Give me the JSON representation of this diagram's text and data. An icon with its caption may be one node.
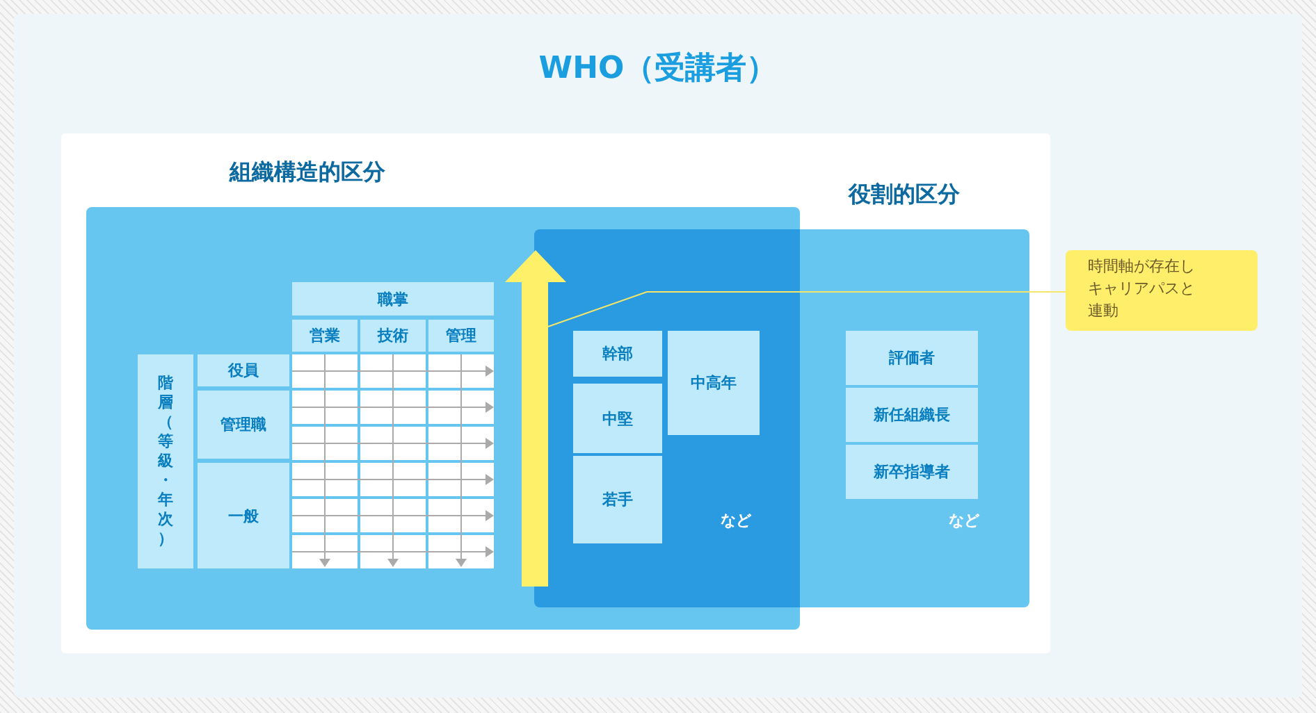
{
  "diagram": {
    "title": "WHO（受講者）",
    "nodes": [
      {
        "text": [
          "組織構造的区分"
        ]
      },
      {
        "text": [
          "役割的区分"
        ]
      },
      {
        "text": [
          "職掌"
        ],
        "in": 0
      },
      {
        "text": [
          "営業"
        ],
        "in": 0
      },
      {
        "text": [
          "技術"
        ],
        "in": 0
      },
      {
        "text": [
          "管理"
        ],
        "in": 0
      },
      {
        "text": [
          "階層（等級・年次）"
        ],
        "in": 0
      },
      {
        "text": [
          "役員"
        ],
        "in": 0
      },
      {
        "text": [
          "管理職"
        ],
        "in": 0
      },
      {
        "text": [
          "一般"
        ],
        "in": 0
      },
      {
        "text": [],
        "shape": "arrow",
        "in": 0
      },
      {
        "text": [
          "幹部"
        ]
      },
      {
        "text": [
          "中高年"
        ]
      },
      {
        "text": [
          "中堅"
        ]
      },
      {
        "text": [
          "若手"
        ]
      },
      {
        "text": [
          "評価者"
        ],
        "in": 1
      },
      {
        "text": [
          "新任組織長"
        ],
        "in": 1
      },
      {
        "text": [
          "新卒指導者"
        ],
        "in": 1
      },
      {
        "text": [
          "時間軸が存在しキャリアパスと連動"
        ]
      }
    ],
    "edges": [
      {
        "from": 18,
        "to": 10,
        "arrow": "none"
      }
    ],
    "labels": [
      "など",
      "など"
    ]
  }
}
